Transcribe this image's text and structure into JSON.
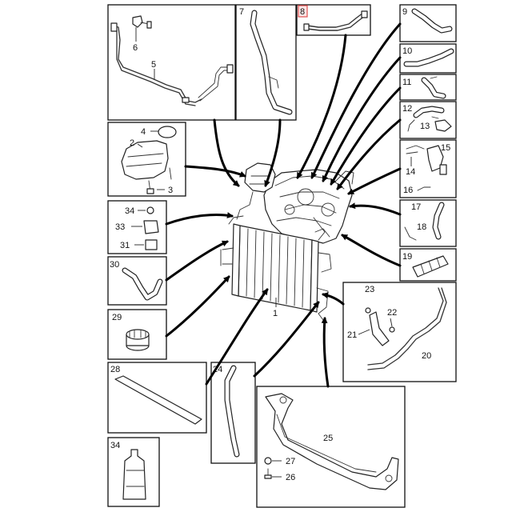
{
  "callouts": {
    "n1": "1",
    "n2": "2",
    "n3": "3",
    "n4": "4",
    "n5": "5",
    "n6": "6",
    "n7": "7",
    "n8": "8",
    "n9": "9",
    "n10": "10",
    "n11": "11",
    "n12": "12",
    "n13": "13",
    "n14": "14",
    "n15": "15",
    "n16": "16",
    "n17": "17",
    "n18": "18",
    "n19": "19",
    "n20": "20",
    "n21": "21",
    "n22": "22",
    "n23": "23",
    "n24": "24",
    "n25": "25",
    "n26": "26",
    "n27": "27",
    "n28": "28",
    "n29": "29",
    "n30": "30",
    "n31": "31",
    "n33": "33",
    "n34a": "34",
    "n34b": "34"
  },
  "selected_callout": "8",
  "colors": {
    "highlight_fill": "#fde6e6",
    "highlight_stroke": "#e05050",
    "line": "#111111"
  }
}
